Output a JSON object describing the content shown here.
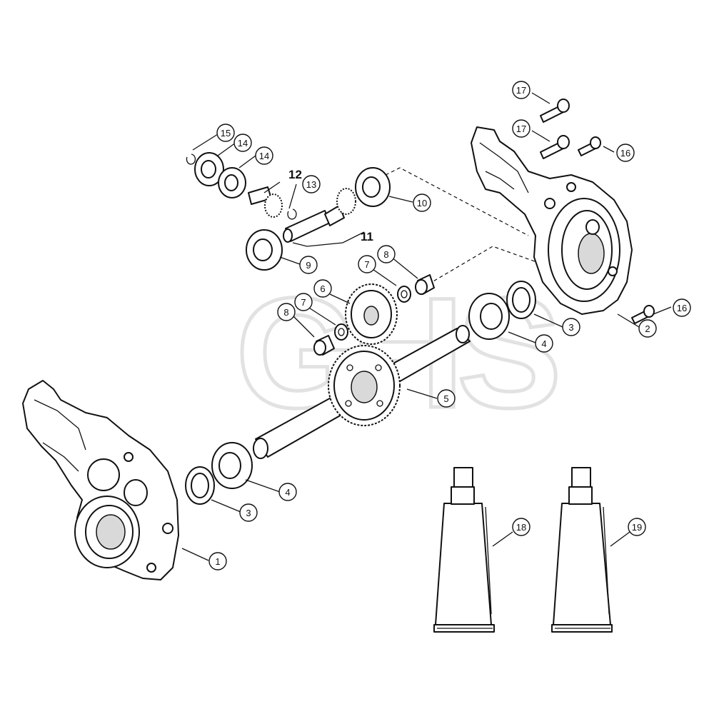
{
  "watermark": "GHS",
  "callouts": {
    "c1": "1",
    "c2": "2",
    "c3a": "3",
    "c3b": "3",
    "c4a": "4",
    "c4b": "4",
    "c5": "5",
    "c6": "6",
    "c7a": "7",
    "c7b": "7",
    "c8a": "8",
    "c8b": "8",
    "c9": "9",
    "c10": "10",
    "c13": "13",
    "c14a": "14",
    "c14b": "14",
    "c15": "15",
    "c16a": "16",
    "c16b": "16",
    "c17a": "17",
    "c17b": "17",
    "c18": "18",
    "c19": "19"
  },
  "labels": {
    "l11": "11",
    "l12": "12"
  }
}
